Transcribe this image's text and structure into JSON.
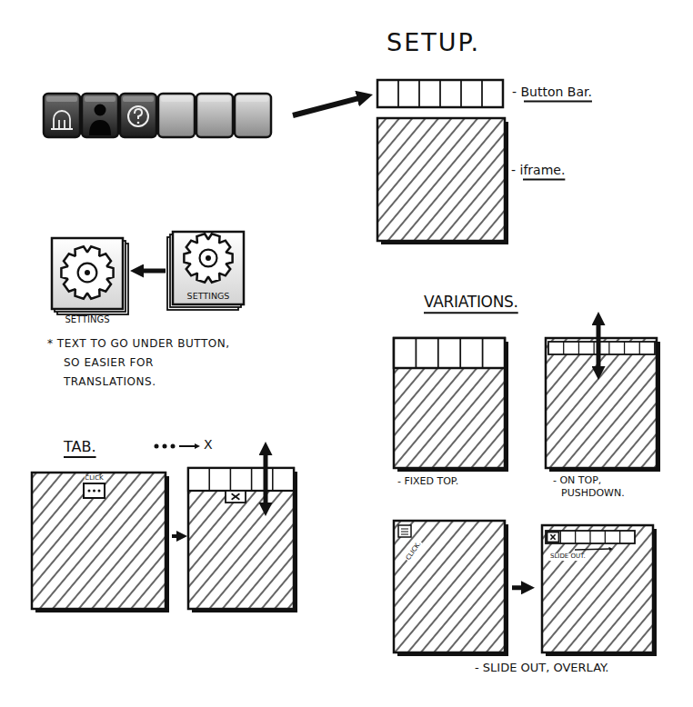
{
  "diagram": {
    "nodes": [
      {
        "text": [
          "SETTINGS"
        ]
      },
      {
        "text": [
          "SETTINGS"
        ]
      },
      {
        "text": [
          "CLICK"
        ]
      },
      {
        "text": [
          "CLICK."
        ]
      },
      {
        "text": [
          "SLIDE OUT."
        ]
      }
    ],
    "edges": [
      {
        "from": 1,
        "to": 0,
        "arrow": "to"
      },
      {
        "from": 3,
        "to": 4,
        "arrow": "to"
      }
    ],
    "labels": [
      "SETUP.",
      "- Button Bar.",
      "- iframe.",
      "* TEXT TO GO UNDER BUTTON, SO EASIER FOR TRANSLATIONS.",
      "VARIATIONS.",
      "TAB.",
      "X",
      "- FIXED TOP.",
      "- ON TOP, PUSHDOWN.",
      "- SLIDE OUT, OVERLAY."
    ]
  }
}
